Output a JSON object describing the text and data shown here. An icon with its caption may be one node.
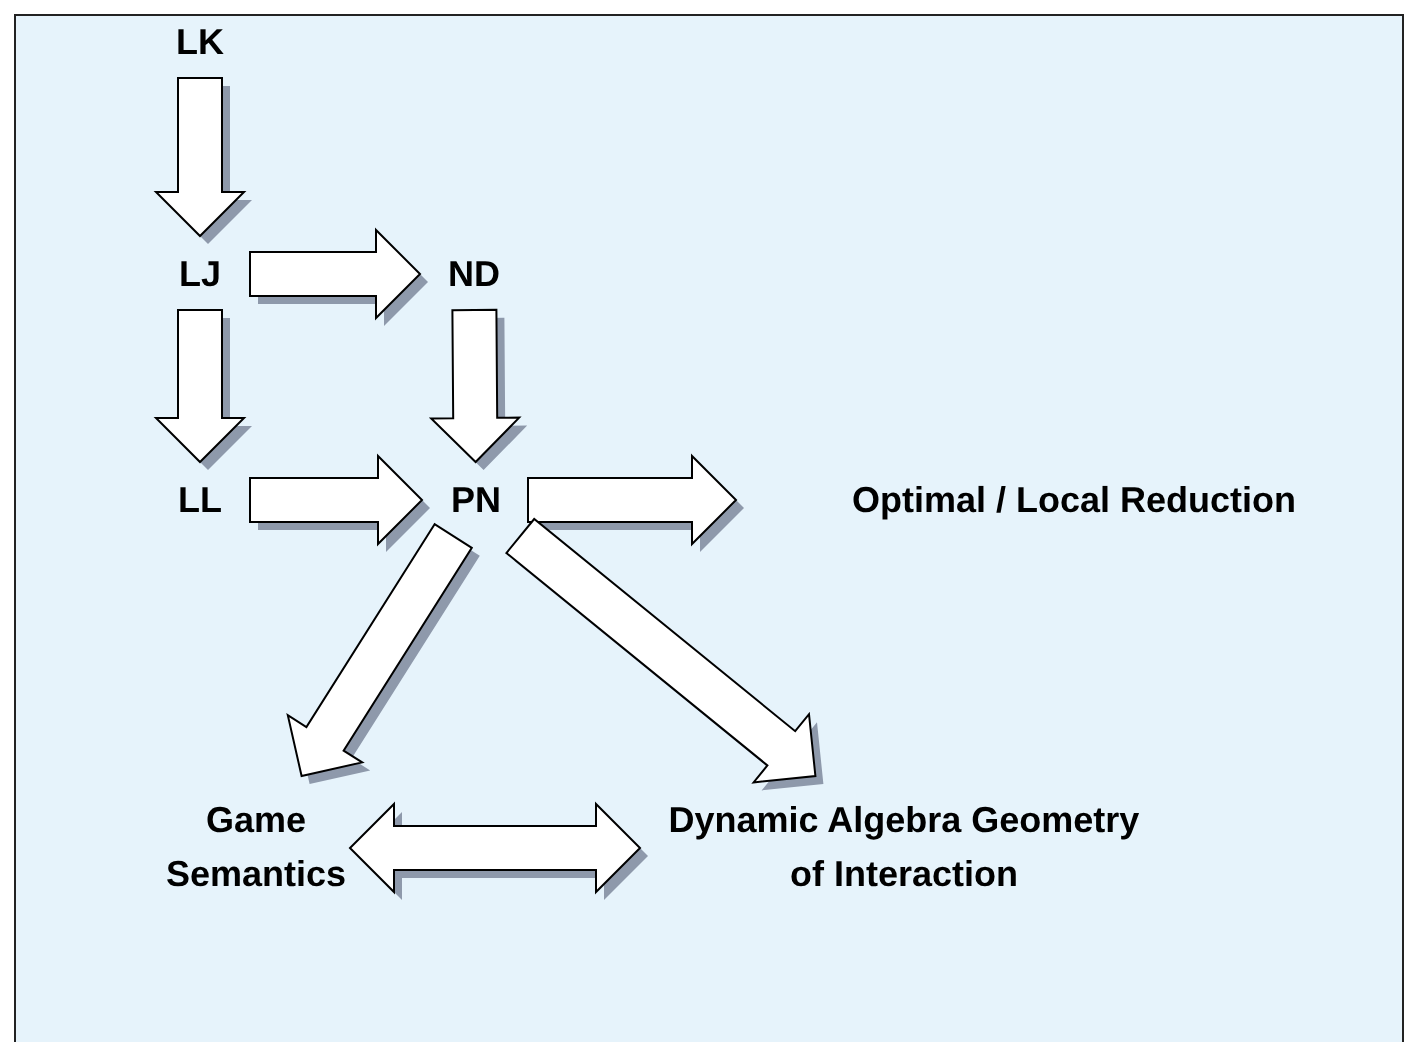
{
  "diagram": {
    "nodes": [
      {
        "text": [
          "LK"
        ]
      },
      {
        "text": [
          "LJ"
        ]
      },
      {
        "text": [
          "ND"
        ]
      },
      {
        "text": [
          "LL"
        ]
      },
      {
        "text": [
          "PN"
        ]
      },
      {
        "text": [
          "Optimal / Local Reduction"
        ]
      },
      {
        "text": [
          "Game Semantics"
        ]
      },
      {
        "text": [
          "Dynamic Algebra Geometry of Interaction"
        ]
      }
    ],
    "edges": [
      {
        "from": 0,
        "to": 1,
        "arrow": "to"
      },
      {
        "from": 1,
        "to": 2,
        "arrow": "to"
      },
      {
        "from": 1,
        "to": 3,
        "arrow": "to"
      },
      {
        "from": 2,
        "to": 4,
        "arrow": "to"
      },
      {
        "from": 3,
        "to": 4,
        "arrow": "to"
      },
      {
        "from": 4,
        "to": 5,
        "arrow": "to"
      },
      {
        "from": 4,
        "to": 6,
        "arrow": "to"
      },
      {
        "from": 4,
        "to": 7,
        "arrow": "to"
      },
      {
        "from": 6,
        "to": 7,
        "arrow": "both"
      }
    ]
  }
}
